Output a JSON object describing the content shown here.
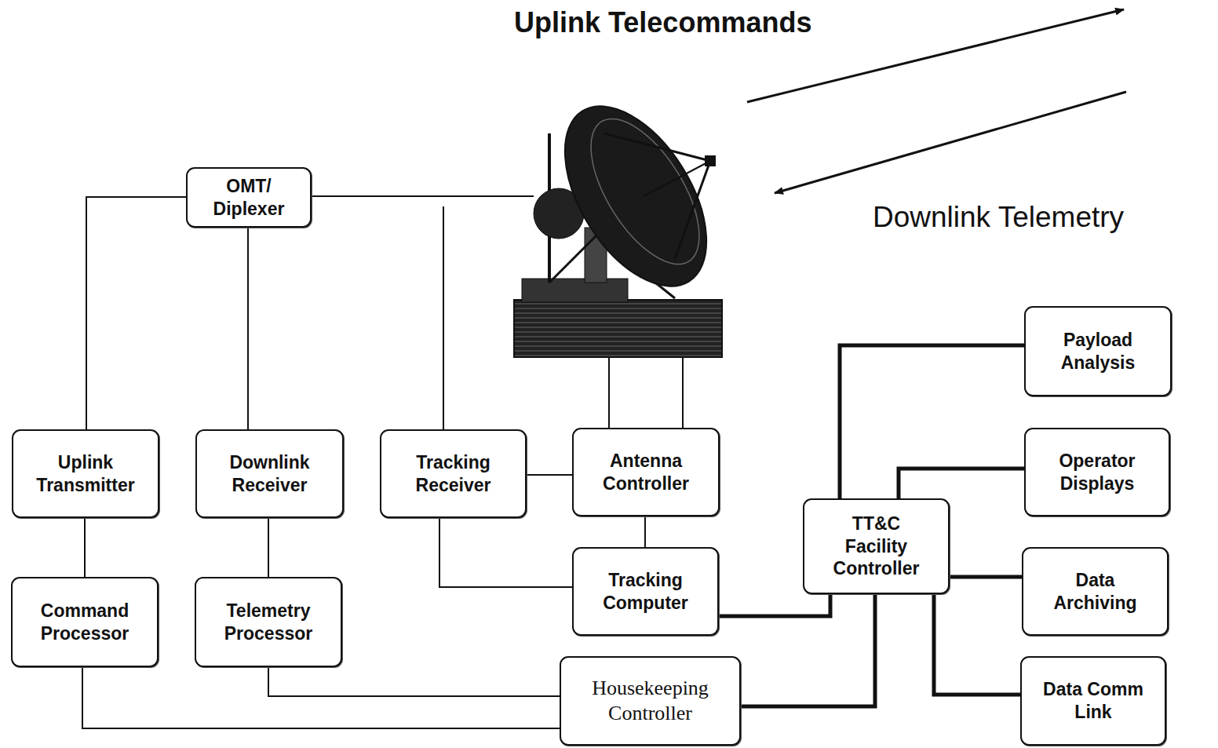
{
  "diagram": {
    "nodes": [
      {
        "text": [
          "OMT/ Diplexer"
        ]
      },
      {
        "text": [
          "Payload Analysis"
        ]
      },
      {
        "text": [
          "Uplink Transmitter"
        ]
      },
      {
        "text": [
          "Downlink Receiver"
        ]
      },
      {
        "text": [
          "Tracking Receiver"
        ]
      },
      {
        "text": [
          "Antenna Controller"
        ]
      },
      {
        "text": [
          "Operator Displays"
        ]
      },
      {
        "text": [
          "TT&C Facility Controller"
        ]
      },
      {
        "text": [
          "Command Processor"
        ]
      },
      {
        "text": [
          "Telemetry Processor"
        ]
      },
      {
        "text": [
          "Tracking Computer"
        ]
      },
      {
        "text": [
          "Data Archiving"
        ]
      },
      {
        "text": [
          "Housekeeping Controller"
        ]
      },
      {
        "text": [
          "Data Comm Link"
        ]
      }
    ],
    "edges": [
      {
        "from": 0,
        "to": 2,
        "arrow": "none"
      },
      {
        "from": 0,
        "to": 3,
        "arrow": "none"
      },
      {
        "from": 2,
        "to": 8,
        "arrow": "none"
      },
      {
        "from": 3,
        "to": 9,
        "arrow": "none"
      },
      {
        "from": 4,
        "to": 5,
        "arrow": "none"
      },
      {
        "from": 4,
        "to": 10,
        "arrow": "none"
      },
      {
        "from": 5,
        "to": 10,
        "arrow": "none"
      },
      {
        "from": 9,
        "to": 12,
        "arrow": "none"
      },
      {
        "from": 8,
        "to": 12,
        "arrow": "none"
      },
      {
        "from": 10,
        "to": 7,
        "arrow": "none"
      },
      {
        "from": 12,
        "to": 7,
        "arrow": "none"
      },
      {
        "from": 7,
        "to": 1,
        "arrow": "none"
      },
      {
        "from": 7,
        "to": 6,
        "arrow": "none"
      },
      {
        "from": 7,
        "to": 11,
        "arrow": "none"
      },
      {
        "from": 7,
        "to": 13,
        "arrow": "none"
      }
    ],
    "labels": [
      "Uplink Telecommands",
      "Downlink Telemetry"
    ]
  }
}
